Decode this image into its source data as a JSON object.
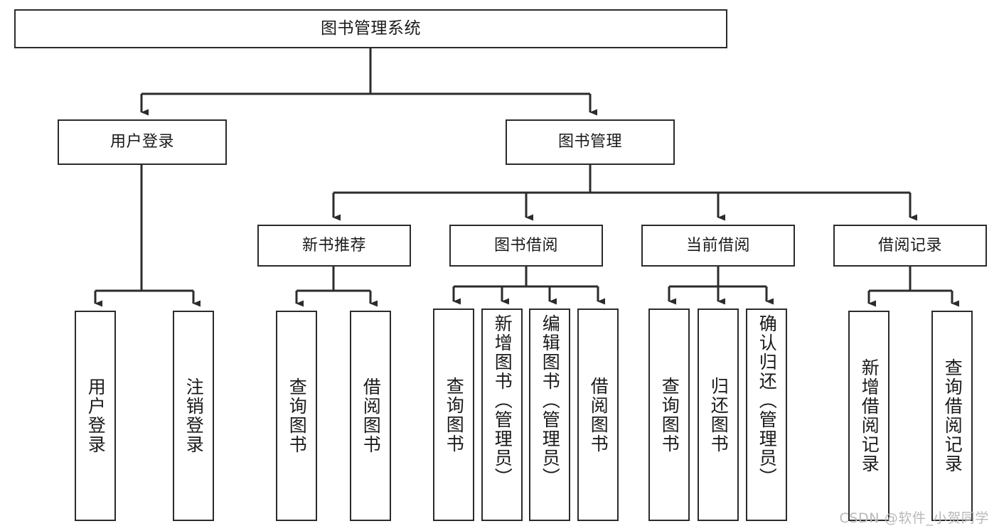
{
  "diagram": {
    "title": "图书管理系统",
    "type": "tree",
    "watermark": "CSDN @软件_小贺同学",
    "colors": {
      "box_border": "#2b2b2b",
      "box_fill": "#ffffff",
      "edge": "#2b2b2b",
      "text": "#1a1a1a",
      "watermark": "#b8b8b8",
      "background": "#ffffff"
    },
    "levels": {
      "root": {
        "label": "图书管理系统"
      },
      "level2": [
        {
          "id": "user-login",
          "label": "用户登录"
        },
        {
          "id": "book-management",
          "label": "图书管理"
        }
      ],
      "level3": [
        {
          "id": "new-book-recommend",
          "label": "新书推荐",
          "parent": "book-management"
        },
        {
          "id": "book-borrow",
          "label": "图书借阅",
          "parent": "book-management"
        },
        {
          "id": "current-borrow",
          "label": "当前借阅",
          "parent": "book-management"
        },
        {
          "id": "borrow-record",
          "label": "借阅记录",
          "parent": "book-management"
        }
      ],
      "leaves": {
        "user-login": [
          {
            "id": "leaf-user-login",
            "label": "用户登录"
          },
          {
            "id": "leaf-user-logout",
            "label": "注销登录"
          }
        ],
        "new-book-recommend": [
          {
            "id": "leaf-query-book-1",
            "label": "查询图书"
          },
          {
            "id": "leaf-borrow-book-1",
            "label": "借阅图书"
          }
        ],
        "book-borrow": [
          {
            "id": "leaf-query-book-2",
            "label": "查询图书"
          },
          {
            "id": "leaf-add-book",
            "label": "新增图书（管理员）"
          },
          {
            "id": "leaf-edit-book",
            "label": "编辑图书（管理员）"
          },
          {
            "id": "leaf-borrow-book-2",
            "label": "借阅图书"
          }
        ],
        "current-borrow": [
          {
            "id": "leaf-query-book-3",
            "label": "查询图书"
          },
          {
            "id": "leaf-return-book",
            "label": "归还图书"
          },
          {
            "id": "leaf-confirm-return",
            "label": "确认归还（管理员）"
          }
        ],
        "borrow-record": [
          {
            "id": "leaf-add-record",
            "label": "新增借阅记录"
          },
          {
            "id": "leaf-query-record",
            "label": "查询借阅记录"
          }
        ]
      }
    }
  }
}
